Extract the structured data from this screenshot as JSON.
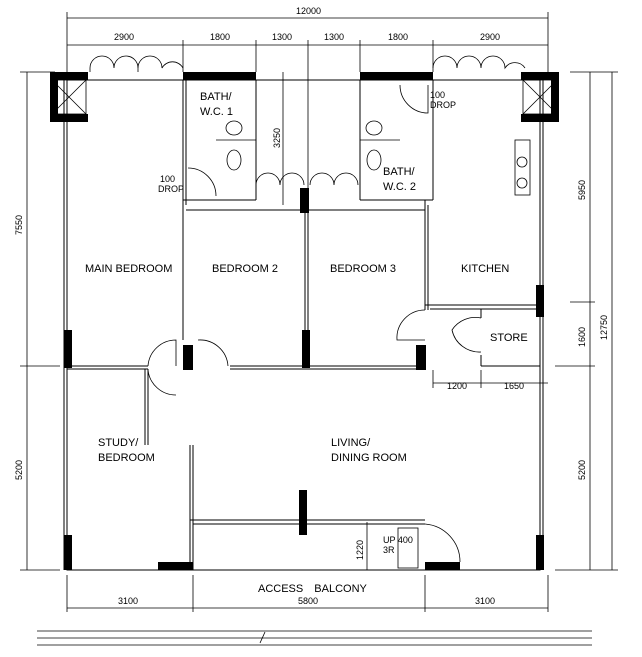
{
  "rooms": {
    "bath1": [
      "BATH/",
      "W.C. 1"
    ],
    "bath2": [
      "BATH/",
      "W.C. 2"
    ],
    "main_bedroom": "MAIN BEDROOM",
    "bedroom2": "BEDROOM 2",
    "bedroom3": "BEDROOM 3",
    "kitchen": "KITCHEN",
    "store": "STORE",
    "study": [
      "STUDY/",
      "BEDROOM"
    ],
    "living": [
      "LIVING/",
      "DINING ROOM"
    ],
    "access_balcony": "ACCESS BALCONY"
  },
  "notes": {
    "drop1": [
      "100",
      "DROP"
    ],
    "drop2": [
      "100",
      "DROP"
    ],
    "step": [
      "UP 400",
      "3R"
    ]
  },
  "dimensions": {
    "top_total": "12000",
    "top": [
      "2900",
      "1800",
      "1300",
      "1300",
      "1800",
      "2900"
    ],
    "left": [
      "7550",
      "5200"
    ],
    "right": [
      "5950",
      "1600",
      "5200"
    ],
    "right_total": "12750",
    "bottom": [
      "3100",
      "5800",
      "3100"
    ],
    "store": [
      "1200",
      "1650"
    ],
    "bath_height": "3250",
    "balcony_depth": "1220"
  }
}
